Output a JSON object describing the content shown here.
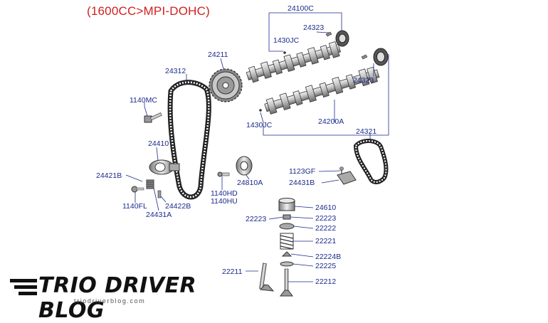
{
  "title": "(1600CC>MPI-DOHC)",
  "labels": {
    "p24100C": "24100C",
    "p24323a": "24323",
    "p1430JC_a": "1430JC",
    "p24211": "24211",
    "p24312": "24312",
    "p1140MC": "1140MC",
    "p24323b": "24323",
    "p1430JC_b": "1430JC",
    "p24200A": "24200A",
    "p24321": "24321",
    "p24410": "24410",
    "p24421B": "24421B",
    "p1140FL": "1140FL",
    "p24422B": "24422B",
    "p24431A": "24431A",
    "p1140HD": "1140HD",
    "p1140HU": "1140HU",
    "p24810A": "24810A",
    "p1123GF": "1123GF",
    "p24431B": "24431B",
    "p24610": "24610",
    "p22223a": "22223",
    "p22223b": "22223",
    "p22222": "22222",
    "p22221": "22221",
    "p22224B": "22224B",
    "p22225": "22225",
    "p22211": "22211",
    "p22212": "22212"
  },
  "watermark": {
    "brand": "TRIO DRIVER BLOG",
    "url": "triodriverblog.com"
  },
  "colors": {
    "title": "#d02020",
    "label": "#1a2a8a",
    "leader": "#1a2a8a"
  }
}
